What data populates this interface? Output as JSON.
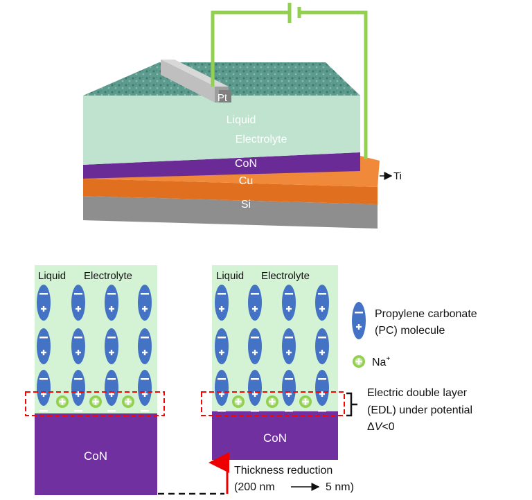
{
  "device": {
    "labels": {
      "pt": "Pt",
      "liquid": "Liquid",
      "electrolyte": "Electrolyte",
      "con": "CoN",
      "cu": "Cu",
      "si": "Si",
      "ti": "Ti"
    }
  },
  "left_panel": {
    "liquid": "Liquid",
    "electrolyte": "Electrolyte",
    "con": "CoN"
  },
  "right_panel": {
    "liquid": "Liquid",
    "electrolyte": "Electrolyte",
    "con": "CoN"
  },
  "legend": {
    "pc_line1": "Propylene carbonate",
    "pc_line2": "(PC) molecule",
    "na": "Na",
    "na_sup": "+",
    "edl_line1": "Electric double layer",
    "edl_line2": "(EDL) under potential",
    "edl_line3_delta": "Δ",
    "edl_line3_v": "V",
    "edl_line3_rest": "<0"
  },
  "thickness": {
    "line1": "Thickness reduction",
    "from": "(200 nm",
    "to": "5 nm)"
  },
  "colors": {
    "electrolyte": "#d4f3d4",
    "con": "#7030a0",
    "cu": "#ed7d31",
    "si": "#a6a6a6",
    "wire": "#92d050",
    "pc_molecule": "#4472c4",
    "edl_box": "#ff0000",
    "arrow": "#ff0000"
  }
}
